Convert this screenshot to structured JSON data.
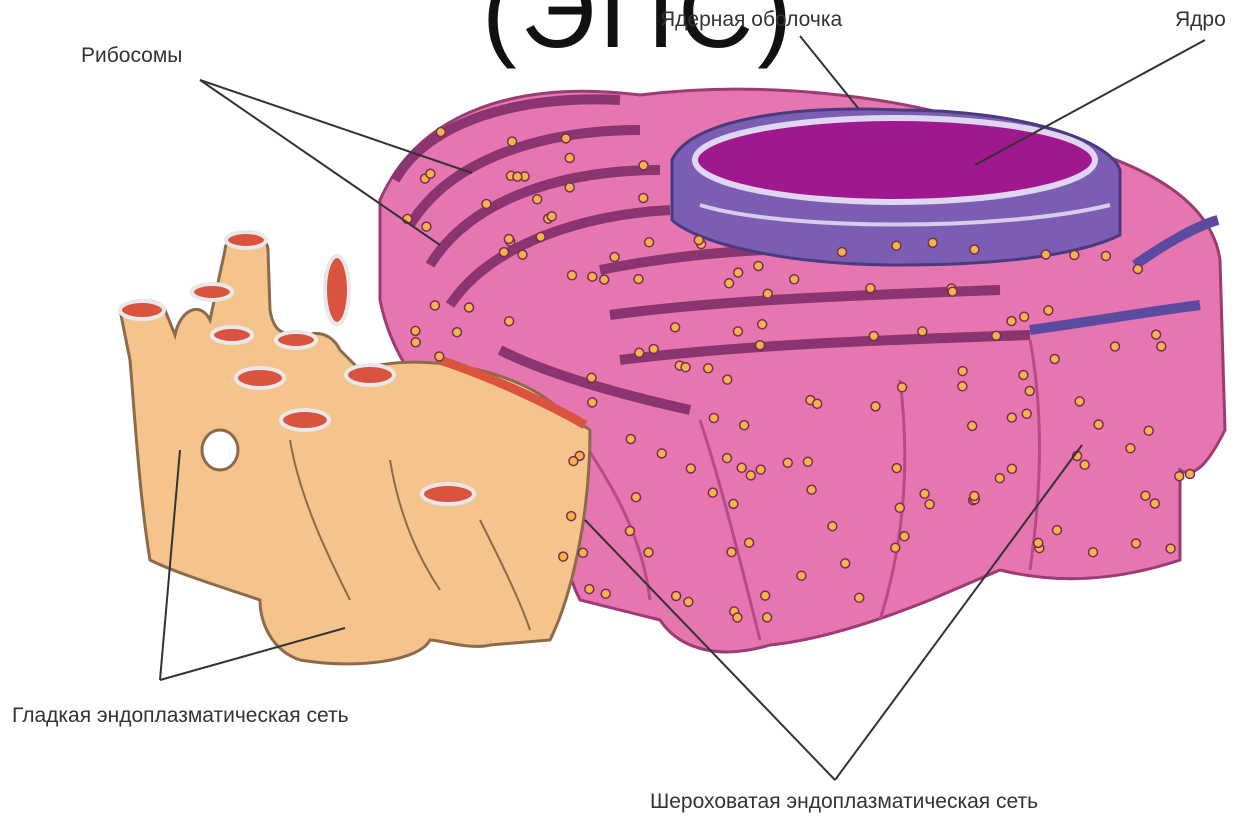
{
  "diagram": {
    "title_fragment": "(ЭПС)",
    "labels": {
      "ribosomes": "Рибосомы",
      "nuclear_envelope": "Ядерная оболочка",
      "nucleus": "Ядро",
      "smooth_er": "Гладкая эндоплазматическая сеть",
      "rough_er": "Шероховатая эндоплазматическая сеть"
    },
    "colors": {
      "rough_er_fill": "#e676b0",
      "rough_er_dark": "#b94a86",
      "smooth_er_fill": "#f5c48d",
      "smooth_er_lumen": "#d9533f",
      "nucleus_fill": "#a0188f",
      "nuclear_envelope": "#7b5db4",
      "ribosome": "#f2b54a"
    }
  }
}
